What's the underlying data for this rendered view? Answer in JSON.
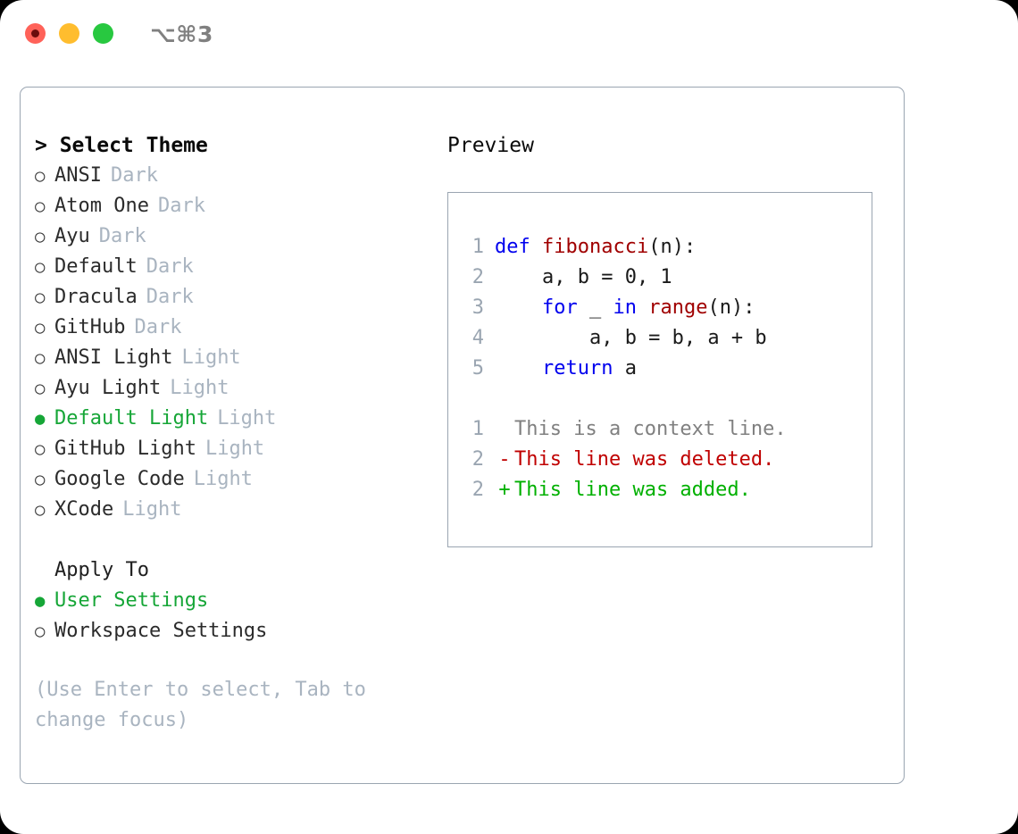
{
  "titlebar": {
    "shortcut": "⌥⌘3",
    "traffic_lights": [
      {
        "name": "close",
        "color": "#ff6259"
      },
      {
        "name": "minimize",
        "color": "#ffbd2e"
      },
      {
        "name": "zoom",
        "color": "#28c840"
      }
    ]
  },
  "theme_picker": {
    "header": "> Select Theme",
    "bullet_selected": "●",
    "bullet_unselected": "○",
    "items": [
      {
        "name": "ANSI",
        "tag": "Dark",
        "selected": false
      },
      {
        "name": "Atom One",
        "tag": "Dark",
        "selected": false
      },
      {
        "name": "Ayu",
        "tag": "Dark",
        "selected": false
      },
      {
        "name": "Default",
        "tag": "Dark",
        "selected": false
      },
      {
        "name": "Dracula",
        "tag": "Dark",
        "selected": false
      },
      {
        "name": "GitHub",
        "tag": "Dark",
        "selected": false
      },
      {
        "name": "ANSI Light",
        "tag": "Light",
        "selected": false
      },
      {
        "name": "Ayu Light",
        "tag": "Light",
        "selected": false
      },
      {
        "name": "Default Light",
        "tag": "Light",
        "selected": true
      },
      {
        "name": "GitHub Light",
        "tag": "Light",
        "selected": false
      },
      {
        "name": "Google Code",
        "tag": "Light",
        "selected": false
      },
      {
        "name": "XCode",
        "tag": "Light",
        "selected": false
      }
    ]
  },
  "apply_to": {
    "title": "Apply To",
    "options": [
      {
        "label": "User Settings",
        "selected": true
      },
      {
        "label": "Workspace Settings",
        "selected": false
      }
    ]
  },
  "hint": "(Use Enter to select, Tab to change focus)",
  "preview": {
    "label": "Preview",
    "code_lines": [
      {
        "lineno": "1",
        "tokens": [
          {
            "text": "def ",
            "type": "kw"
          },
          {
            "text": "fibonacci",
            "type": "fn"
          },
          {
            "text": "(n):",
            "type": "plain"
          }
        ]
      },
      {
        "lineno": "2",
        "tokens": [
          {
            "text": "    a, b = 0, 1",
            "type": "plain"
          }
        ]
      },
      {
        "lineno": "3",
        "tokens": [
          {
            "text": "    ",
            "type": "plain"
          },
          {
            "text": "for",
            "type": "kw"
          },
          {
            "text": " _ ",
            "type": "plain"
          },
          {
            "text": "in",
            "type": "kw"
          },
          {
            "text": " ",
            "type": "plain"
          },
          {
            "text": "range",
            "type": "fn"
          },
          {
            "text": "(n):",
            "type": "plain"
          }
        ]
      },
      {
        "lineno": "4",
        "tokens": [
          {
            "text": "        a, b = b, a + b",
            "type": "plain"
          }
        ]
      },
      {
        "lineno": "5",
        "tokens": [
          {
            "text": "    ",
            "type": "plain"
          },
          {
            "text": "return",
            "type": "kw"
          },
          {
            "text": " a",
            "type": "plain"
          }
        ]
      }
    ],
    "diff_lines": [
      {
        "lineno": "1",
        "sign": " ",
        "text": "This is a context line.",
        "kind": "context"
      },
      {
        "lineno": "2",
        "sign": "-",
        "text": "This line was deleted.",
        "kind": "removed"
      },
      {
        "lineno": "2",
        "sign": "+",
        "text": "This line was added.",
        "kind": "added"
      }
    ]
  },
  "colors": {
    "accent_green": "#16a637",
    "muted": "#a9b4c0",
    "border": "#9aa5b1",
    "keyword": "#0000ee",
    "function": "#a00000",
    "diff_added": "#00b000",
    "diff_removed": "#c00000",
    "diff_context": "#808080"
  }
}
